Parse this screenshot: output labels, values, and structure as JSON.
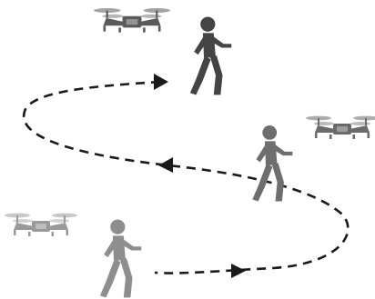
{
  "diagram": {
    "background": "#ffffff",
    "path_color": "#1a1a1a",
    "drones": [
      {
        "id": "drone-top",
        "color": "#5a5a5a",
        "icon": "drone-icon"
      },
      {
        "id": "drone-right",
        "color": "#6a6a6a",
        "icon": "drone-icon"
      },
      {
        "id": "drone-left",
        "color": "#9a9a9a",
        "icon": "drone-icon"
      }
    ],
    "walkers": [
      {
        "id": "walker-top",
        "color": "#444444",
        "icon": "walking-person-icon"
      },
      {
        "id": "walker-middle",
        "color": "#6e6e6e",
        "icon": "walking-person-icon"
      },
      {
        "id": "walker-bottom",
        "color": "#8e8e8e",
        "icon": "walking-person-icon"
      }
    ],
    "arrows": [
      {
        "id": "arrow-top",
        "direction": "right"
      },
      {
        "id": "arrow-middle",
        "direction": "left"
      },
      {
        "id": "arrow-bottom",
        "direction": "right"
      }
    ]
  }
}
